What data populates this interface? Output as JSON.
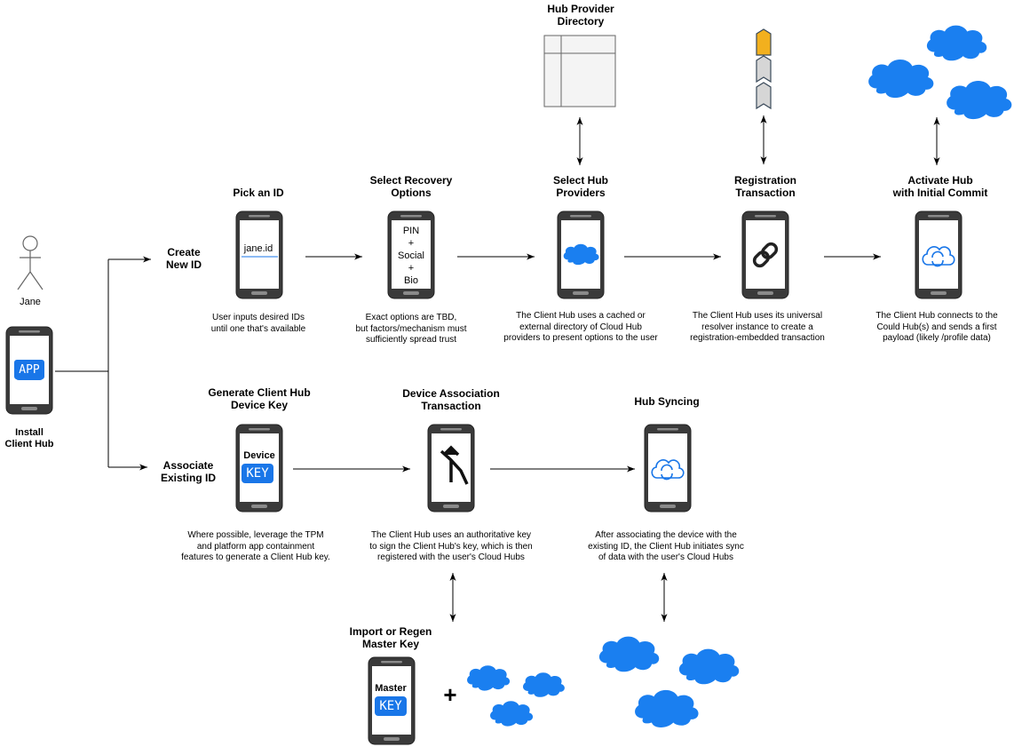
{
  "actor": {
    "name": "Jane"
  },
  "install": {
    "app_badge": "APP",
    "label_line1": "Install",
    "label_line2": "Client Hub"
  },
  "branches": {
    "create_line1": "Create",
    "create_line2": "New ID",
    "associate_line1": "Associate",
    "associate_line2": "Existing ID"
  },
  "create_flow": {
    "pick_id": {
      "title": "Pick an ID",
      "screen_text": "jane.id",
      "desc_line1": "User inputs desired IDs",
      "desc_line2": "until one that's available"
    },
    "recovery": {
      "title_line1": "Select Recovery",
      "title_line2": "Options",
      "screen_lines": [
        "PIN",
        "+",
        "Social",
        "+",
        "Bio"
      ],
      "desc_line1": "Exact options are TBD,",
      "desc_line2": "but factors/mechanism must",
      "desc_line3": "sufficiently spread trust"
    },
    "providers": {
      "title_line1": "Select Hub",
      "title_line2": "Providers",
      "desc_line1": "The Client Hub uses a cached or",
      "desc_line2": "external directory of Cloud Hub",
      "desc_line3": "providers to present options to the user"
    },
    "directory": {
      "title_line1": "Hub Provider",
      "title_line2": "Directory"
    },
    "registration": {
      "title_line1": "Registration",
      "title_line2": "Transaction",
      "desc_line1": "The Client Hub uses its universal",
      "desc_line2": "resolver instance to create a",
      "desc_line3": "registration-embedded transaction"
    },
    "activate": {
      "title_line1": "Activate Hub",
      "title_line2": "with Initial Commit",
      "desc_line1": "The Client Hub connects to the",
      "desc_line2": "Could Hub(s) and sends a first",
      "desc_line3": "payload (likely /profile data)"
    }
  },
  "associate_flow": {
    "device_key": {
      "title_line1": "Generate Client Hub",
      "title_line2": "Device Key",
      "screen_label": "Device",
      "key_badge": "KEY",
      "desc_line1": "Where possible, leverage the TPM",
      "desc_line2": "and platform app containment",
      "desc_line3": "features to generate a Client Hub key."
    },
    "association": {
      "title_line1": "Device Association",
      "title_line2": "Transaction",
      "desc_line1": "The Client Hub uses an authoritative key",
      "desc_line2": "to sign the Client Hub's key, which is then",
      "desc_line3": "registered with the user's Cloud Hubs"
    },
    "syncing": {
      "title": "Hub Syncing",
      "desc_line1": "After associating the device with the",
      "desc_line2": "existing ID, the Client Hub initiates sync",
      "desc_line3": "of data with the user's Cloud Hubs"
    },
    "master_key": {
      "title_line1": "Import or Regen",
      "title_line2": "Master Key",
      "screen_label": "Master",
      "key_badge": "KEY",
      "plus": "+"
    }
  },
  "colors": {
    "cloud": "#1a7ff0",
    "key_badge": "#1976e8",
    "phone_body": "#3a3a3a",
    "tag_gold": "#f2b01e",
    "tag_grey": "#d6d6d6"
  }
}
